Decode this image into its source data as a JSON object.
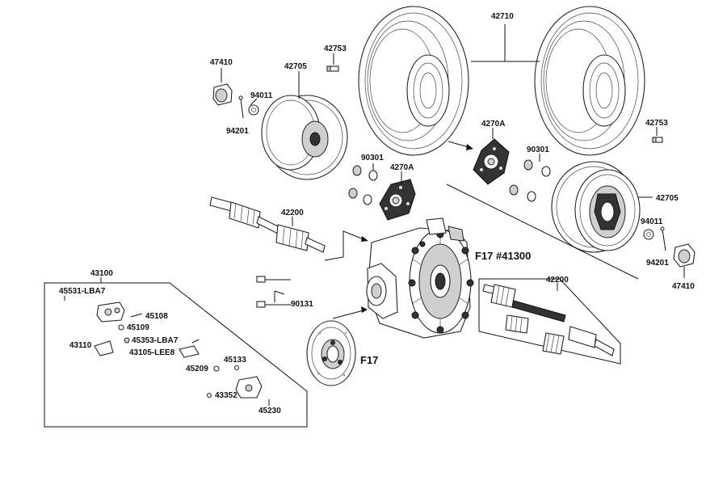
{
  "labels": {
    "tire": "42710",
    "bolt_top": "42753",
    "bolt_right": "42753",
    "nut_left": "47410",
    "nut_right": "47410",
    "rim_left": "42705",
    "rim_right": "42705",
    "washer_left": "94011",
    "washer_right": "94011",
    "pin_left": "94201",
    "pin_right": "94201",
    "nuts_left": "90301",
    "nuts_right": "90301",
    "hub_left": "4270A",
    "hub_right": "4270A",
    "axle_left": "42200",
    "axle_right": "42200",
    "final_drive": "F17 #41300",
    "bolts_90131": "90131",
    "disc": "F17",
    "caliper_group": "43100",
    "caliper_1": "45531-LBA7",
    "caliper_2": "45108",
    "caliper_3": "45109",
    "caliper_4": "43110",
    "caliper_5": "45353-LBA7",
    "caliper_6": "43105-LEE8",
    "caliper_7": "45133",
    "caliper_8": "45209",
    "caliper_9": "43352",
    "caliper_10": "45230"
  }
}
